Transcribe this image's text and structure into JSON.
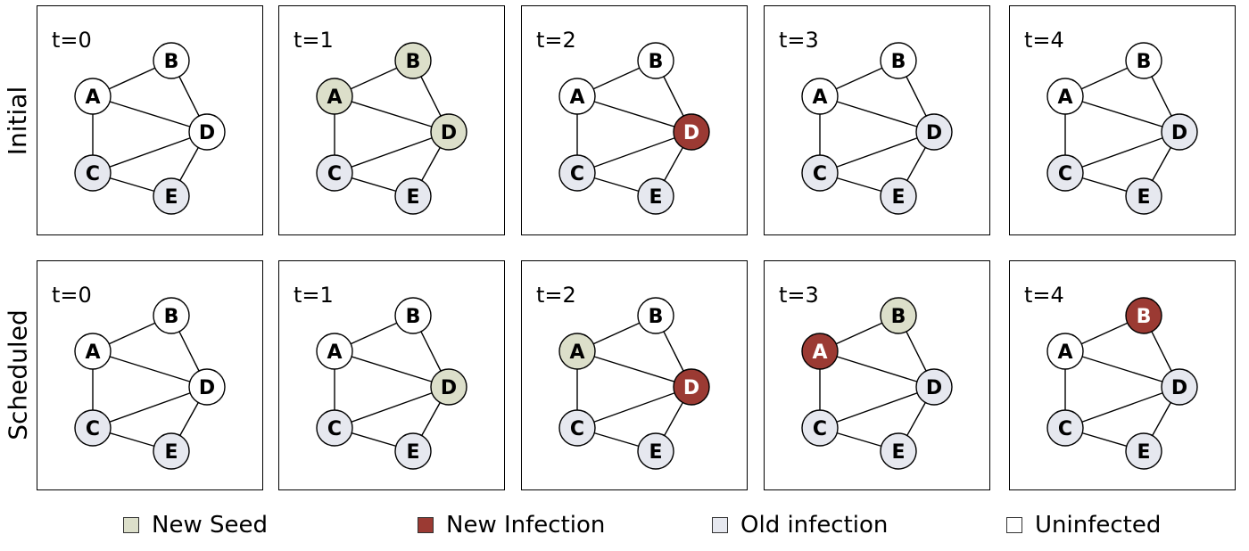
{
  "colors": {
    "new_seed": "#dcdfca",
    "new_infection": "#9b3a33",
    "old_infection": "#e6e8ef",
    "uninfected": "#ffffff",
    "edge": "#000000"
  },
  "rows": [
    {
      "label": "Initial",
      "panels": [
        {
          "time": "t=0",
          "states": {
            "A": "uninfected",
            "B": "uninfected",
            "C": "old_infection",
            "D": "uninfected",
            "E": "old_infection"
          }
        },
        {
          "time": "t=1",
          "states": {
            "A": "new_seed",
            "B": "new_seed",
            "C": "old_infection",
            "D": "new_seed",
            "E": "old_infection"
          }
        },
        {
          "time": "t=2",
          "states": {
            "A": "uninfected",
            "B": "uninfected",
            "C": "old_infection",
            "D": "new_infection",
            "E": "old_infection"
          }
        },
        {
          "time": "t=3",
          "states": {
            "A": "uninfected",
            "B": "uninfected",
            "C": "old_infection",
            "D": "old_infection",
            "E": "old_infection"
          }
        },
        {
          "time": "t=4",
          "states": {
            "A": "uninfected",
            "B": "uninfected",
            "C": "old_infection",
            "D": "old_infection",
            "E": "old_infection"
          }
        }
      ]
    },
    {
      "label": "Scheduled",
      "panels": [
        {
          "time": "t=0",
          "states": {
            "A": "uninfected",
            "B": "uninfected",
            "C": "old_infection",
            "D": "uninfected",
            "E": "old_infection"
          }
        },
        {
          "time": "t=1",
          "states": {
            "A": "uninfected",
            "B": "uninfected",
            "C": "old_infection",
            "D": "new_seed",
            "E": "old_infection"
          }
        },
        {
          "time": "t=2",
          "states": {
            "A": "new_seed",
            "B": "uninfected",
            "C": "old_infection",
            "D": "new_infection",
            "E": "old_infection"
          }
        },
        {
          "time": "t=3",
          "states": {
            "A": "new_infection",
            "B": "new_seed",
            "C": "old_infection",
            "D": "old_infection",
            "E": "old_infection"
          }
        },
        {
          "time": "t=4",
          "states": {
            "A": "uninfected",
            "B": "new_infection",
            "C": "old_infection",
            "D": "old_infection",
            "E": "old_infection"
          }
        }
      ]
    }
  ],
  "graph": {
    "nodes": [
      "A",
      "B",
      "C",
      "D",
      "E"
    ],
    "edges": [
      [
        "A",
        "B"
      ],
      [
        "A",
        "C"
      ],
      [
        "A",
        "D"
      ],
      [
        "B",
        "D"
      ],
      [
        "C",
        "D"
      ],
      [
        "C",
        "E"
      ],
      [
        "D",
        "E"
      ]
    ]
  },
  "legend": [
    {
      "key": "new_seed",
      "label": "New Seed"
    },
    {
      "key": "new_infection",
      "label": "New Infection"
    },
    {
      "key": "old_infection",
      "label": "Old infection"
    },
    {
      "key": "uninfected",
      "label": "Uninfected"
    }
  ]
}
